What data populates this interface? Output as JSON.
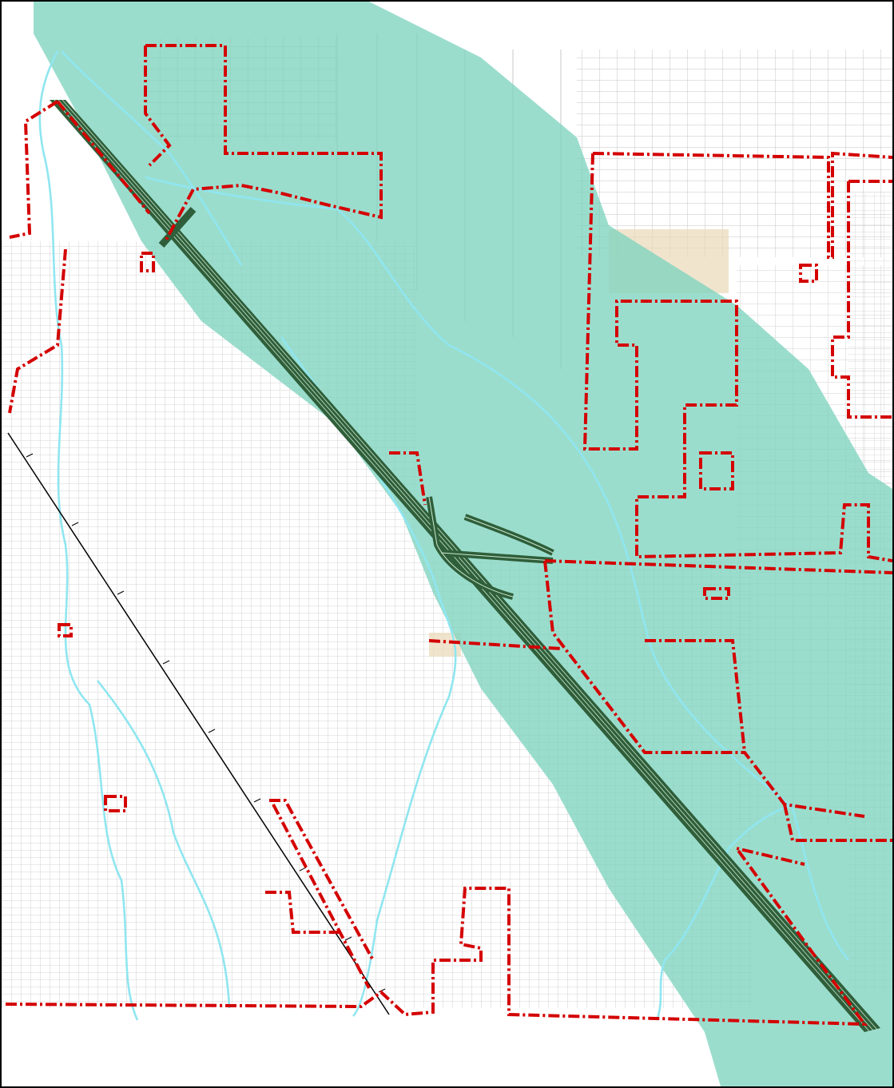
{
  "map": {
    "colors": {
      "background": "#ffffff",
      "frame": "#000000",
      "parcel_lines": "#bdbdbd",
      "corridor_fill": "#7fd3bf",
      "highway_fill": "#2f5f3a",
      "highway_lines": "#c9e7cf",
      "boundary": "#d40000",
      "waterway": "#8fe6f0",
      "railroad": "#000000",
      "tan_parcels": "#ead9b8"
    },
    "layers": [
      {
        "id": "parcels",
        "legend": ""
      },
      {
        "id": "corridor",
        "legend": ""
      },
      {
        "id": "highway",
        "legend": ""
      },
      {
        "id": "boundary",
        "legend": ""
      },
      {
        "id": "waterways",
        "legend": ""
      },
      {
        "id": "railroad",
        "legend": ""
      }
    ]
  }
}
